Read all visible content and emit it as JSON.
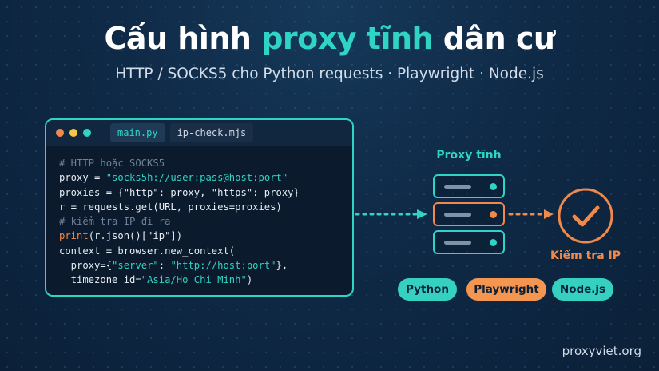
{
  "header": {
    "title_part1": "Cấu hình ",
    "title_accent": "proxy tĩnh",
    "title_part2": " dân cư",
    "subtitle": "HTTP / SOCKS5 cho Python requests · Playwright · Node.js"
  },
  "code_window": {
    "tabs": [
      {
        "label": "main.py",
        "active": true
      },
      {
        "label": "ip-check.mjs",
        "active": false
      }
    ],
    "lines": [
      {
        "comment": "# HTTP hoặc SOCKS5"
      },
      {
        "before": "proxy = ",
        "string": "\"socks5h://user:pass@host:port\""
      },
      {
        "text": "proxies = {\"http\": proxy, \"https\": proxy}"
      },
      {
        "text": "r = requests.get(URL, proxies=proxies)"
      },
      {
        "comment": "# kiểm tra IP đi ra"
      },
      {
        "keyword": "print",
        "after": "(r.json()[\"ip\"])"
      },
      {
        "text": "context = browser.new_context("
      },
      {
        "before": "  proxy={",
        "string1": "\"server\"",
        "mid": ": ",
        "string2": "\"http://host:port\"",
        "after": "},"
      },
      {
        "before": "  timezone_id=",
        "string": "\"Asia/Ho_Chi_Minh\"",
        "after": ")"
      }
    ]
  },
  "diagram": {
    "proxy_label": "Proxy tĩnh",
    "check_label": "Kiểm tra IP",
    "colors": {
      "teal": "#2fd4c4",
      "orange": "#f0894a"
    }
  },
  "badges": [
    "Python",
    "Playwright",
    "Node.js"
  ],
  "footer": {
    "site": "proxyviet.org"
  }
}
